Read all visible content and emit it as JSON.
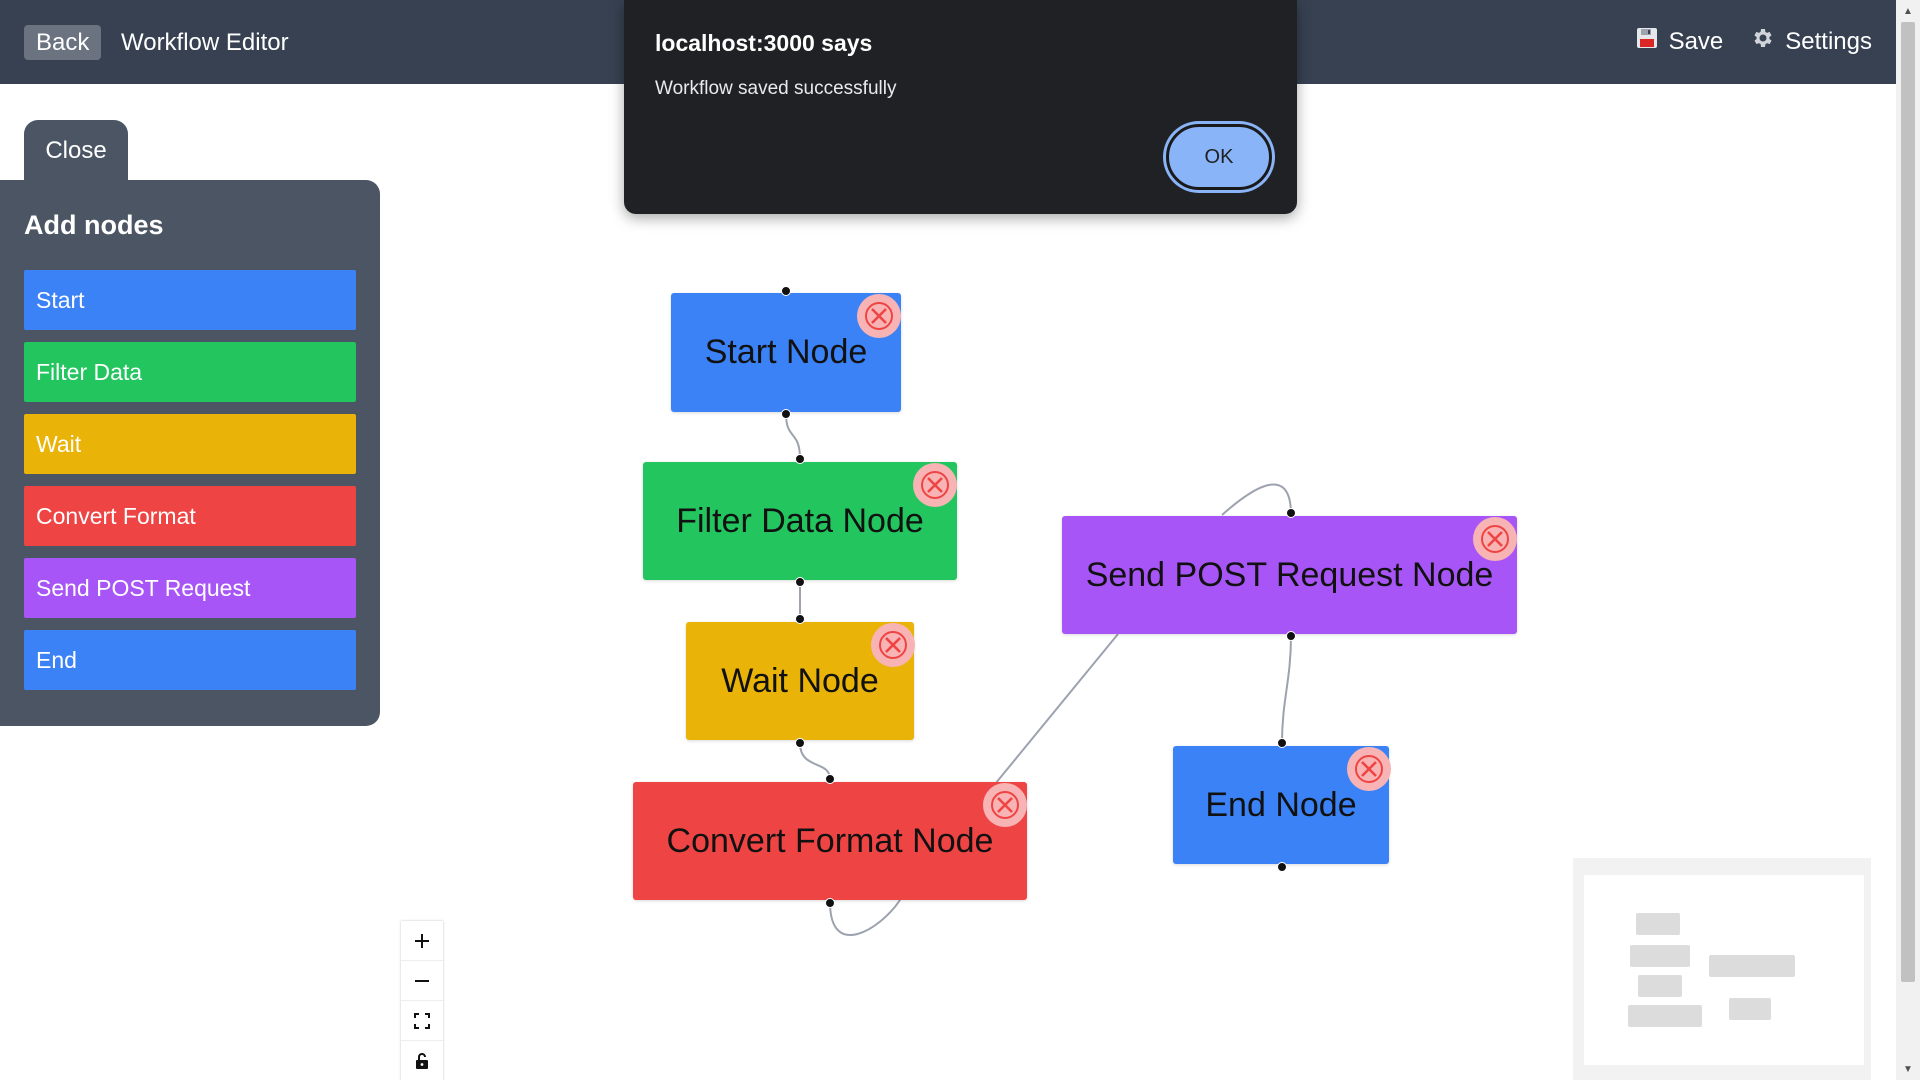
{
  "topbar": {
    "back_label": "Back",
    "title": "Workflow Editor",
    "save_label": "Save",
    "settings_label": "Settings"
  },
  "sidebar": {
    "close_label": "Close",
    "title": "Add nodes",
    "items": [
      {
        "label": "Start",
        "color": "#3b82f6"
      },
      {
        "label": "Filter Data",
        "color": "#22c55e"
      },
      {
        "label": "Wait",
        "color": "#eab308"
      },
      {
        "label": "Convert Format",
        "color": "#ef4444"
      },
      {
        "label": "Send POST Request",
        "color": "#a855f7"
      },
      {
        "label": "End",
        "color": "#3b82f6"
      }
    ]
  },
  "nodes": [
    {
      "label": "Start Node",
      "color": "#3b82f6"
    },
    {
      "label": "Filter Data Node",
      "color": "#22c55e"
    },
    {
      "label": "Wait Node",
      "color": "#eab308"
    },
    {
      "label": "Convert Format Node",
      "color": "#ef4444"
    },
    {
      "label": "Send POST Request Node",
      "color": "#a855f7"
    },
    {
      "label": "End Node",
      "color": "#3b82f6"
    }
  ],
  "dialog": {
    "title": "localhost:3000 says",
    "message": "Workflow saved successfully",
    "ok_label": "OK"
  },
  "controls": [
    "zoom-in-icon",
    "zoom-out-icon",
    "fit-view-icon",
    "lock-icon"
  ]
}
